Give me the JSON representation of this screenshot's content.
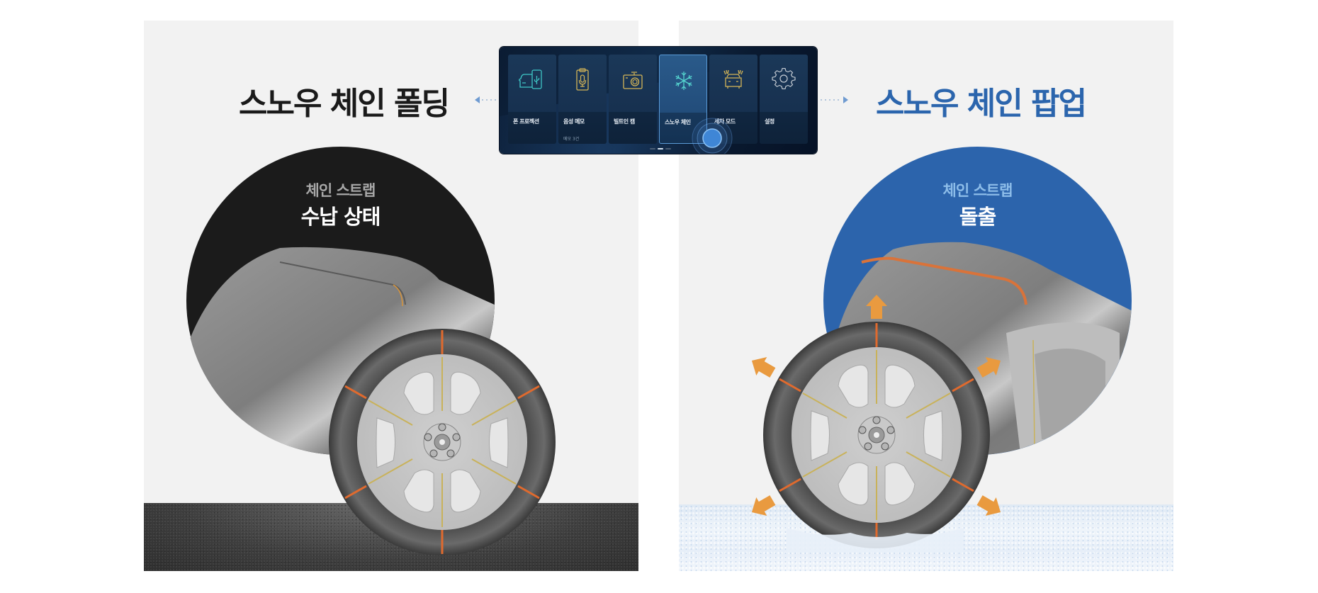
{
  "left_panel": {
    "title": "스노우 체인 폴딩",
    "disc_sub": "체인 스트랩",
    "disc_main": "수납 상태",
    "ground": "asphalt",
    "colors": {
      "title": "#1a1a1a",
      "disc": "#1b1b1b",
      "sub": "#a8a8a8"
    }
  },
  "right_panel": {
    "title": "스노우 체인 팝업",
    "disc_sub": "체인 스트랩",
    "disc_main": "돌출",
    "ground": "snow",
    "colors": {
      "title": "#2b65ad",
      "disc": "#2c64ac",
      "sub": "#8dbde9",
      "arrow": "#e99a3f",
      "strap": "#d9733a"
    }
  },
  "screen": {
    "tiles": [
      {
        "label": "폰 프로젝션",
        "sublabel": "",
        "icon": "phone-projection-icon",
        "active": false
      },
      {
        "label": "음성 메모",
        "sublabel": "메모 3건",
        "icon": "voice-memo-icon",
        "active": false
      },
      {
        "label": "빌트인 캠",
        "sublabel": "",
        "icon": "built-in-cam-icon",
        "active": false
      },
      {
        "label": "스노우 체인",
        "sublabel": "",
        "icon": "snowflake-icon",
        "active": true
      },
      {
        "label": "세차 모드",
        "sublabel": "",
        "icon": "car-wash-icon",
        "active": false
      },
      {
        "label": "설정",
        "sublabel": "",
        "icon": "gear-icon",
        "active": false
      }
    ],
    "page_indicator": {
      "pages": 3,
      "current": 2
    }
  }
}
